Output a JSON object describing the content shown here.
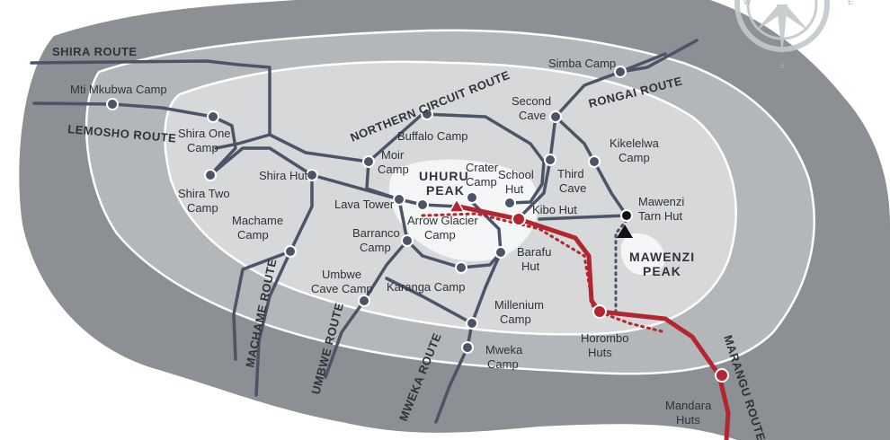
{
  "colors": {
    "outer_zone": "#8c8f93",
    "middle_zone": "#b4b7ba",
    "inner_zone": "#d6d8da",
    "summit": "#f4f5f6",
    "route": "#4b5567",
    "marangu": "#b3252f"
  },
  "compass": {
    "west": "W",
    "east": "E",
    "south": "S"
  },
  "routes": {
    "shira": "SHIRA ROUTE",
    "lemosho": "LEMOSHO ROUTE",
    "northern": "NORTHERN CIRCUIT ROUTE",
    "rongai": "RONGAI ROUTE",
    "machame": "MACHAME ROUTE",
    "umbwe": "UMBWE ROUTE",
    "mweka": "MWEKA ROUTE",
    "marangu": "MARANGU ROUTE"
  },
  "peaks": {
    "uhuru": [
      "UHURU",
      "PEAK"
    ],
    "mawenzi": [
      "MAWENZI",
      "PEAK"
    ]
  },
  "places": {
    "mti_mkubwa": [
      "Mti Mkubwa Camp"
    ],
    "shira_one": [
      "Shira One",
      "Camp"
    ],
    "shira_two": [
      "Shira Two",
      "Camp"
    ],
    "shira_hut": [
      "Shira Hut"
    ],
    "moir": [
      "Moir",
      "Camp"
    ],
    "buffalo": [
      "Buffalo Camp"
    ],
    "lava_tower": [
      "Lava Tower"
    ],
    "arrow_glacier": [
      "Arrow Glacier",
      "Camp"
    ],
    "crater": [
      "Crater",
      "Camp"
    ],
    "school": [
      "School",
      "Hut"
    ],
    "second_cave": [
      "Second",
      "Cave"
    ],
    "simba": [
      "Simba Camp"
    ],
    "third_cave": [
      "Third",
      "Cave"
    ],
    "kikelelwa": [
      "Kikelelwa",
      "Camp"
    ],
    "kibo": [
      "Kibo Hut"
    ],
    "mawenzi_tarn": [
      "Mawenzi",
      "Tarn Hut"
    ],
    "machame": [
      "Machame",
      "Camp"
    ],
    "barranco": [
      "Barranco",
      "Camp"
    ],
    "umbwe": [
      "Umbwe",
      "Cave Camp"
    ],
    "karanga": [
      "Karanga Camp"
    ],
    "barafu": [
      "Barafu",
      "Hut"
    ],
    "millenium": [
      "Millenium",
      "Camp"
    ],
    "mweka": [
      "Mweka",
      "Camp"
    ],
    "horombo": [
      "Horombo",
      "Huts"
    ],
    "mandara": [
      "Mandara",
      "Huts"
    ]
  }
}
